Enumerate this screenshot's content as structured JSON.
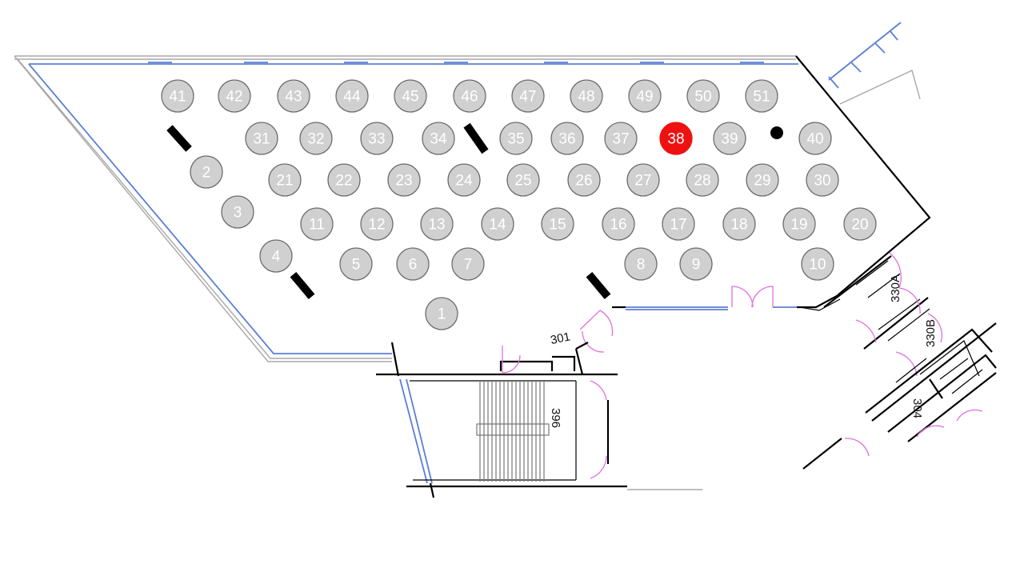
{
  "plan": {
    "selected_table": "38",
    "colors": {
      "table_fill": "#d0d0d0",
      "table_selected": "#ee1111",
      "window_wall": "#5b7fd6",
      "door_swing": "#e070e0",
      "wall": "#000000"
    },
    "tables": [
      {
        "id": "41"
      },
      {
        "id": "42"
      },
      {
        "id": "43"
      },
      {
        "id": "44"
      },
      {
        "id": "45"
      },
      {
        "id": "46"
      },
      {
        "id": "47"
      },
      {
        "id": "48"
      },
      {
        "id": "49"
      },
      {
        "id": "50"
      },
      {
        "id": "51"
      },
      {
        "id": "31"
      },
      {
        "id": "32"
      },
      {
        "id": "33"
      },
      {
        "id": "34"
      },
      {
        "id": "35"
      },
      {
        "id": "36"
      },
      {
        "id": "37"
      },
      {
        "id": "38"
      },
      {
        "id": "39"
      },
      {
        "id": "40"
      },
      {
        "id": "2"
      },
      {
        "id": "21"
      },
      {
        "id": "22"
      },
      {
        "id": "23"
      },
      {
        "id": "24"
      },
      {
        "id": "25"
      },
      {
        "id": "26"
      },
      {
        "id": "27"
      },
      {
        "id": "28"
      },
      {
        "id": "29"
      },
      {
        "id": "30"
      },
      {
        "id": "3"
      },
      {
        "id": "11"
      },
      {
        "id": "12"
      },
      {
        "id": "13"
      },
      {
        "id": "14"
      },
      {
        "id": "15"
      },
      {
        "id": "16"
      },
      {
        "id": "17"
      },
      {
        "id": "18"
      },
      {
        "id": "19"
      },
      {
        "id": "20"
      },
      {
        "id": "4"
      },
      {
        "id": "5"
      },
      {
        "id": "6"
      },
      {
        "id": "7"
      },
      {
        "id": "8"
      },
      {
        "id": "9"
      },
      {
        "id": "10"
      },
      {
        "id": "1"
      }
    ],
    "rooms": {
      "r301": "301",
      "r330a": "330A",
      "r330b": "330B",
      "r396": "396",
      "r304": "304"
    }
  }
}
